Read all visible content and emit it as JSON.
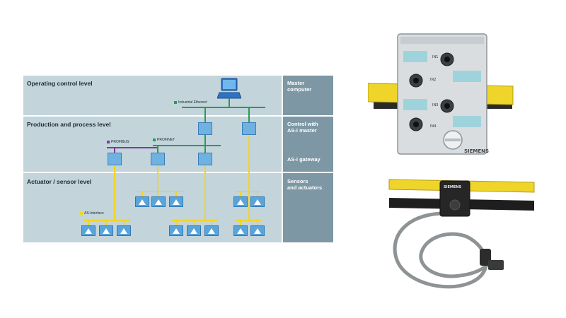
{
  "diagram": {
    "levels": [
      {
        "title": "Operating control level",
        "right": [
          "Master",
          "computer"
        ]
      },
      {
        "title": "Production and process level",
        "right": [
          "Control with",
          "AS-i master"
        ],
        "right2": "AS-i gateway"
      },
      {
        "title": "Actuator / sensor level",
        "right": [
          "Sensors",
          "and actuators"
        ]
      }
    ],
    "networks": {
      "industrial_ethernet": "Industrial Ethernet",
      "profibus": "PROFIBUS",
      "profinet": "PROFINET",
      "as_interface": "AS-Interface"
    },
    "colors": {
      "band": "#c3d4db",
      "right_box": "#7d98a4",
      "ethernet": "#20a050",
      "profibus": "#7a3b9c",
      "as_i": "#f0d42c",
      "device": "#6fb1e0"
    },
    "icons": [
      "computer-icon",
      "as-i-master-icon",
      "gateway-icon",
      "sensor-icon"
    ]
  },
  "products": {
    "module_label": "SIEMENS",
    "module_ports": [
      "IN1",
      "IN2",
      "IN3",
      "IN4"
    ],
    "cable_label": "SIEMENS"
  }
}
